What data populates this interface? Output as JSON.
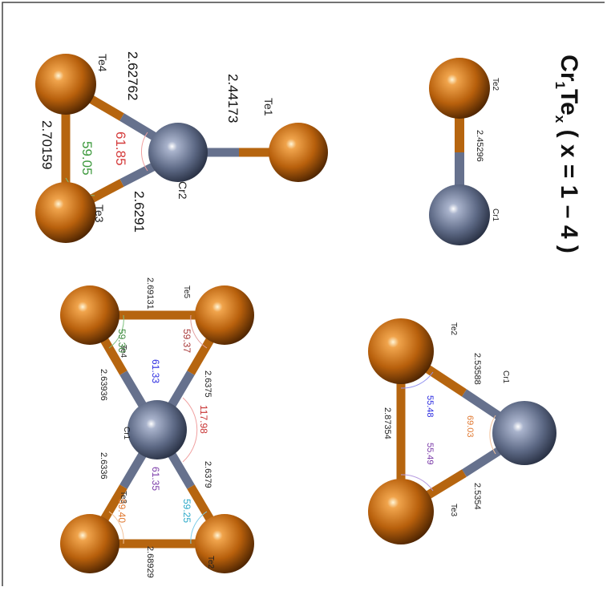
{
  "title": {
    "main": "Cr",
    "sub1": "1",
    "mid": "Te",
    "subx": "x",
    "range": " ( x = 1 – 4 )"
  },
  "colors": {
    "te_atom": "#b8600c",
    "cr_atom": "#5e6a86",
    "border": "#333333"
  },
  "m1": {
    "atoms": {
      "te2": "Te2",
      "cr1": "Cr1"
    },
    "bonds": {
      "cr1_te2": "2.45296"
    }
  },
  "m2": {
    "atoms": {
      "te1": "Te1",
      "te3": "Te3",
      "te4": "Te4",
      "cr2": "Cr2"
    },
    "bonds": {
      "cr2_te1": "2.44173",
      "cr2_te4": "2.62762",
      "cr2_te3": "2.6291",
      "te3_te4": "2.70159"
    },
    "angles": {
      "at_cr2": "61.85",
      "at_te3": "59.05"
    }
  },
  "m3": {
    "atoms": {
      "te2": "Te2",
      "te3": "Te3",
      "cr1": "Cr1"
    },
    "bonds": {
      "cr1_te2": "2.53588",
      "cr1_te3": "2.5354",
      "te2_te3": "2.87354"
    },
    "angles": {
      "at_cr1": "69.03",
      "at_te2": "55.48",
      "at_te3": "55.49"
    }
  },
  "m4": {
    "atoms": {
      "te2": "Te2",
      "te3": "Te3",
      "te4": "Te4",
      "te5": "Te5",
      "cr1": "Cr1"
    },
    "bonds": {
      "te4_te5": "2.69131",
      "cr1_te5": "2.6375",
      "cr1_te4": "2.63936",
      "cr1_te3": "2.6336",
      "cr1_te2": "2.6379",
      "te2_te3": "2.68929"
    },
    "angles": {
      "te4_cr1_te5": "61.33",
      "te2_cr1_te5": "117.98",
      "te2_cr1_te3": "61.35",
      "at_te4": "59.30",
      "at_te5": "59.37",
      "at_te3": "59.40",
      "at_te2": "59.25"
    }
  }
}
